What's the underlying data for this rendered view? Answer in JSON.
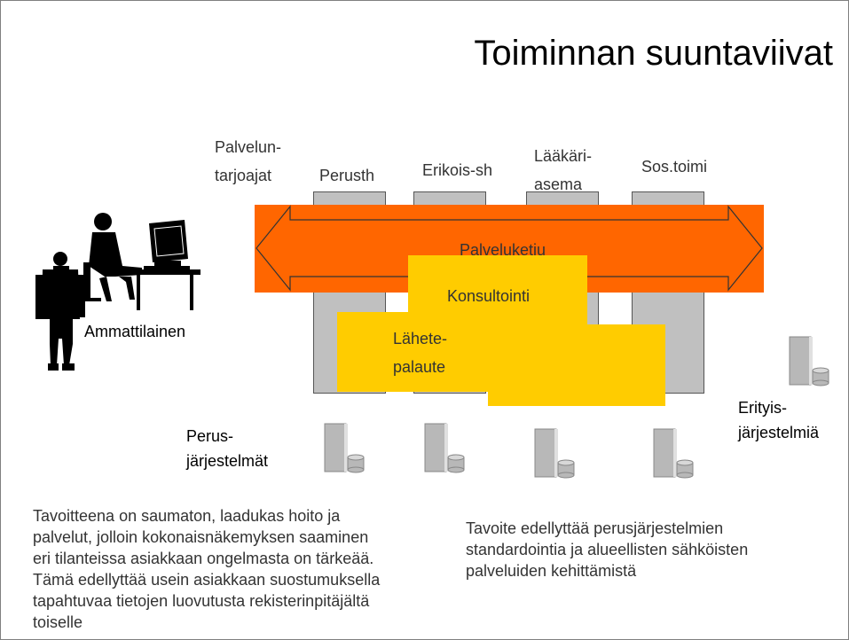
{
  "title": "Toiminnan suuntaviivat",
  "providers_label": [
    "Palvelun-",
    "tarjoajat"
  ],
  "columns": [
    {
      "label": "Perusth"
    },
    {
      "label": "Erikois-sh"
    },
    {
      "label": [
        "Lääkäri-",
        "asema"
      ]
    },
    {
      "label": "Sos.toimi"
    }
  ],
  "chain_label": "Palveluketju",
  "consult_label": "Konsultointi",
  "referral_label": [
    "Lähete-",
    "palaute"
  ],
  "professional_label": "Ammattilainen",
  "basic_systems_label": [
    "Perus-",
    "järjestelmät"
  ],
  "special_systems_label": [
    "Erityis-",
    "järjestelmiä"
  ],
  "text_left": "Tavoitteena on saumaton, laadukas hoito ja palvelut, jolloin kokonaisnäkemyksen saaminen eri tilanteissa asiakkaan ongelmasta on tärkeää.  Tämä edellyttää usein asiakkaan suostumuksella tapahtuvaa tietojen luovutusta rekisterinpitäjältä toiselle",
  "text_right": "Tavoite edellyttää perusjärjestelmien standardointia ja alueellisten sähköisten palveluiden kehittämistä",
  "colors": {
    "arrow": "#ff6600",
    "yellow": "#ffcc00",
    "column": "#c0c0c0",
    "db": "#b8b8b8"
  }
}
